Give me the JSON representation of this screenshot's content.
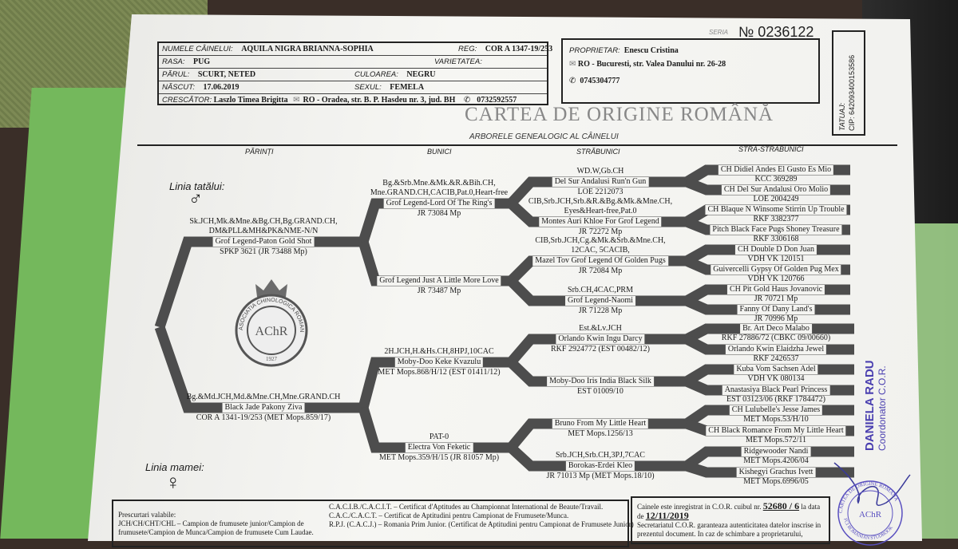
{
  "header": {
    "seria_label": "SERIA",
    "seria_no": "№ 0236122",
    "fields": [
      {
        "label": "NUMELE CÂINELUI:",
        "value": "AQUILA NIGRA BRIANNA-SOPHIA",
        "label2": "REG:",
        "value2": "COR A 1347-19/253"
      },
      {
        "label": "RASA:",
        "value": "PUG",
        "label2": "VARIETATEA:",
        "value2": ""
      },
      {
        "label": "PĂRUL:",
        "value": "SCURT, NETED",
        "label2": "CULOAREA:",
        "value2": "NEGRU"
      },
      {
        "label": "NĂSCUT:",
        "value": "17.06.2019",
        "label2": "SEXUL:",
        "value2": "FEMELA"
      }
    ],
    "breeder": {
      "label": "CRESCĂTOR:",
      "name": "Laszlo Timea Brigitta",
      "address": "RO - Oradea, str. B. P. Hasdeu nr. 3, jud. BH",
      "phone": "0732592557"
    },
    "owner": {
      "label": "PROPRIETAR:",
      "name": "Enescu Cristina",
      "address": "RO - Bucuresti, str. Valea Danului nr. 26-28",
      "phone": "0745304777"
    },
    "tattoo": {
      "label": "TATUAJ:",
      "chip": "CIP: 642093400153586"
    }
  },
  "title": "CARTEA DE ORIGINE ROMÂNĂ",
  "subtitle": "ARBORELE GENEALOGIC AL CÂINELUI",
  "columns": [
    "PĂRINȚI",
    "BUNICI",
    "STRĂBUNICI",
    "STRĂ-STRĂBUNICI"
  ],
  "sire_line": {
    "label": "Linia tatălui:",
    "symbol": "♂"
  },
  "dam_line": {
    "label": "Linia mamei:",
    "symbol": "♀"
  },
  "logo": {
    "text": "ASOCIATIA CHINOLOGICA ROMANA",
    "mono": "AChR",
    "year": "1927"
  },
  "parents": [
    {
      "titles": [
        "Sk.JCH,Mk.&Mne.&Bg.CH,Bg.GRAND.CH,",
        "DM&PLL&MH&PK&NME-N/N"
      ],
      "name": "Grof Legend-Paton Gold Shot",
      "reg": "SPKP 3621 (JR 73488 Mp)"
    },
    {
      "titles": [
        "Bg.&Md.JCH,Md.&Mne.CH,Mne.GRAND.CH"
      ],
      "name": "Black Jade Pakony Ziva",
      "reg": "COR A 1341-19/253 (MET Mops.859/17)"
    }
  ],
  "grandparents": [
    {
      "titles": [
        "Bg.&Srb.Mne.&Mk.&R.&Bih.CH,",
        "Mne.GRAND.CH,CACIB,Pat.0,Heart-free"
      ],
      "name": "Grof Legend-Lord Of The Ring's",
      "reg": "JR 73084 Mp"
    },
    {
      "titles": [],
      "name": "Grof Legend Just A Little More Love",
      "reg": "JR 73487 Mp"
    },
    {
      "titles": [
        "2H.JCH,H.&Hs.CH,8HPJ,10CAC"
      ],
      "name": "Moby-Doo Keke Kvazulu",
      "reg": "MET Mops.868/H/12 (EST 01411/12)"
    },
    {
      "titles": [
        "PAT-0"
      ],
      "name": "Electra Von Feketic",
      "reg": "MET Mops.359/H/15 (JR 81057 Mp)"
    }
  ],
  "great_grandparents": [
    {
      "titles": [
        "WD.W,Gb.CH"
      ],
      "name": "Del Sur Andalusi Run'n Gun",
      "reg": "LOE 2212073"
    },
    {
      "titles": [
        "CIB,Srb.JCH,Srb.&R.&Bg.&Mk.&Mne.CH,",
        "Eyes&Heart-free,Pat.0"
      ],
      "name": "Montes Auri Khloe For Grof Legend",
      "reg": "JR 72272 Mp"
    },
    {
      "titles": [
        "CIB,Srb.JCH,Cg.&Mk.&Srb.&Mne.CH,",
        "12CAC, 5CACIB,"
      ],
      "name": "Mazel Tov Grof Legend Of Golden Pugs",
      "reg": "JR 72084 Mp"
    },
    {
      "titles": [
        "Srb.CH,4CAC,PRM"
      ],
      "name": "Grof Legend-Naomi",
      "reg": "JR 71228 Mp"
    },
    {
      "titles": [
        "Est.&Lv.JCH"
      ],
      "name": "Orlando Kwin Ingu Darcy",
      "reg": "RKF 2924772 (EST 00482/12)"
    },
    {
      "titles": [],
      "name": "Moby-Doo Iris India Black Silk",
      "reg": "EST 01009/10"
    },
    {
      "titles": [],
      "name": "Bruno From My Little Heart",
      "reg": "MET Mops.1256/13"
    },
    {
      "titles": [
        "Srb.JCH,Srb.CH,3PJ,7CAC"
      ],
      "name": "Borokas-Erdei Kleo",
      "reg": "JR 71013 Mp (MET Mops.18/10)"
    }
  ],
  "great_great_grandparents": [
    {
      "name": "CH Didiel Andes El Gusto Es Mio",
      "reg": "KCC 369289"
    },
    {
      "name": "CH Del Sur Andalusi Oro Molio",
      "reg": "LOE 2004249"
    },
    {
      "name": "CH Blaque N Winsome Stirrin Up Trouble",
      "reg": "RKF 3382377"
    },
    {
      "name": "Pitch Black Face Pugs Shoney Treasure",
      "reg": "RKF 3306168"
    },
    {
      "name": "CH Double D Don Juan",
      "reg": "VDH VK 120151"
    },
    {
      "name": "Guivercelli Gypsy Of Golden Pug Mex",
      "reg": "VDH VK 120766"
    },
    {
      "name": "CH Pit Gold Haus Jovanovic",
      "reg": "JR 70721 Mp"
    },
    {
      "name": "Fanny Of Dany Land's",
      "reg": "JR 70996 Mp"
    },
    {
      "name": "Br. Art Deco Malabo",
      "reg": "RKF 27886/72 (CBKC 09/00660)"
    },
    {
      "name": "Orlando Kwin Elaidzha Jewel",
      "reg": "RKF 2426537"
    },
    {
      "name": "Kuba Vom Sachsen Adel",
      "reg": "VDH VK 080134"
    },
    {
      "name": "Anastasiya Black Pearl Princess",
      "reg": "EST 03123/06 (RKF 1784472)"
    },
    {
      "name": "CH Lulubelle's Jesse James",
      "reg": "MET Mops.53/H/10"
    },
    {
      "name": "CH Black Romance From My Little Heart",
      "reg": "MET Mops.572/11"
    },
    {
      "name": "Ridgewooder Nandi",
      "reg": "MET Mops.4206/04"
    },
    {
      "name": "Kishegyi Grachus Ivett",
      "reg": "MET Mops.6996/05"
    }
  ],
  "abbreviations": {
    "heading": "Prescurtari valabile:",
    "left": [
      "JCH/CH/CHT/CHL – Campion de frumusete junior/Campion de",
      "frumusete/Campion de Munca/Campion de frumusete Cum Laudae."
    ],
    "right": [
      "C.A.C.I.B./C.A.C.I.T. – Certificat d'Aptitudes au Championnat International de Beaute/Travail.",
      "C.A.C./C.A.C.T. – Certificat de Aptitudini pentru Campionat de Frumusete/Munca.",
      "R.P.J. (C.A.C.J.) – Romania Prim Junior. (Certificat de Aptitudini pentru Campionat de Frumusete Junior)"
    ]
  },
  "registration": {
    "text1": "Cainele este inregistrat in C.O.R. cuibul nr.",
    "litter": "52680 / 6",
    "text2": "la data",
    "text3": "de",
    "date": "12/11/2019",
    "text4": "Secretariatul C.O.R. garanteaza autenticitatea datelor inscrise in",
    "text5": "prezentul document. In caz de schimbare a proprietarului,"
  },
  "signature": {
    "name": "DANIELA RADU",
    "role": "Coordonator C.O.R."
  },
  "stamp": {
    "top": "CARTEA DE ORIGINE ROMANA",
    "bottom": "FCI ROMANIAN STUDBOOK"
  },
  "colors": {
    "band": "#4d4d4d",
    "stamp": "#4a3fb0"
  }
}
